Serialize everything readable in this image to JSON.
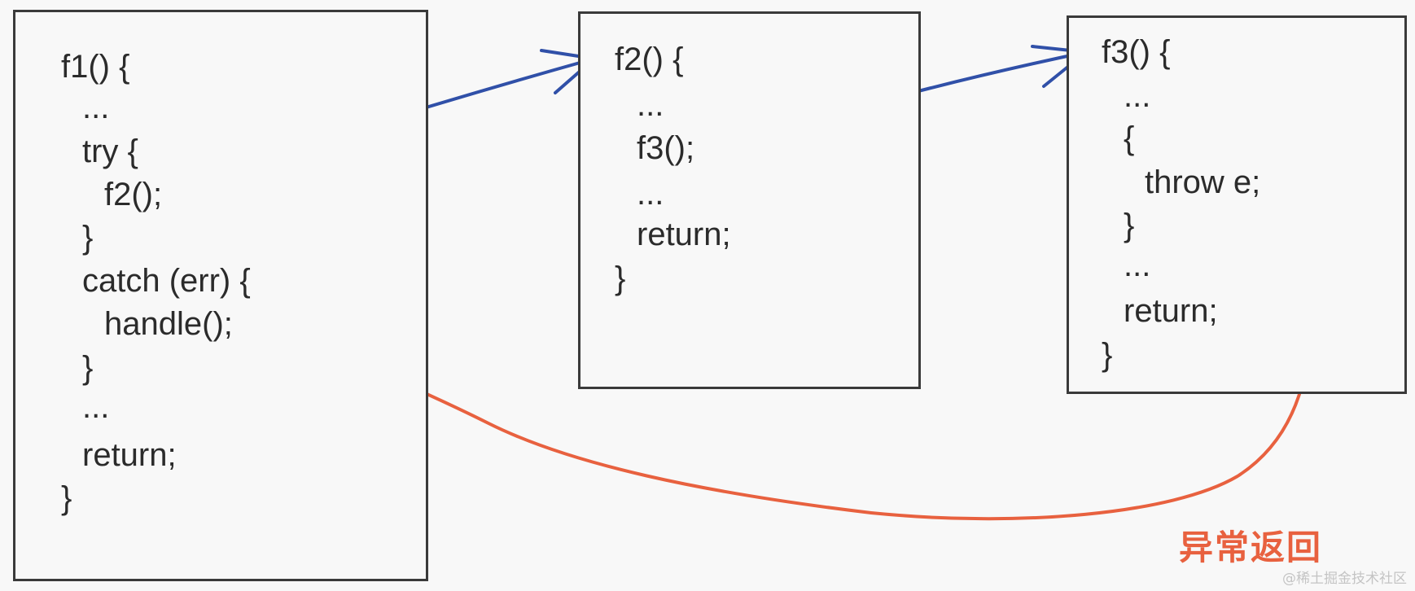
{
  "functions": [
    {
      "name": "f1",
      "lines": [
        "f1() {",
        "...",
        "try {",
        "f2();",
        "}",
        "catch (err) {",
        "handle();",
        "}",
        "...",
        "return;",
        "}"
      ]
    },
    {
      "name": "f2",
      "lines": [
        "f2() {",
        "...",
        "f3();",
        "...",
        "return;",
        "}"
      ]
    },
    {
      "name": "f3",
      "lines": [
        "f3() {",
        "...",
        "{",
        "throw e;",
        "}",
        "...",
        "return;",
        "}"
      ]
    }
  ],
  "annotations": {
    "exception_return": "异常返回"
  },
  "watermark": "@稀土掘金技术社区",
  "colors": {
    "call_arrow": "#3050a8",
    "exception_arrow": "#e8613f",
    "box_border": "#3a3a3a",
    "text": "#2b2b2b"
  }
}
